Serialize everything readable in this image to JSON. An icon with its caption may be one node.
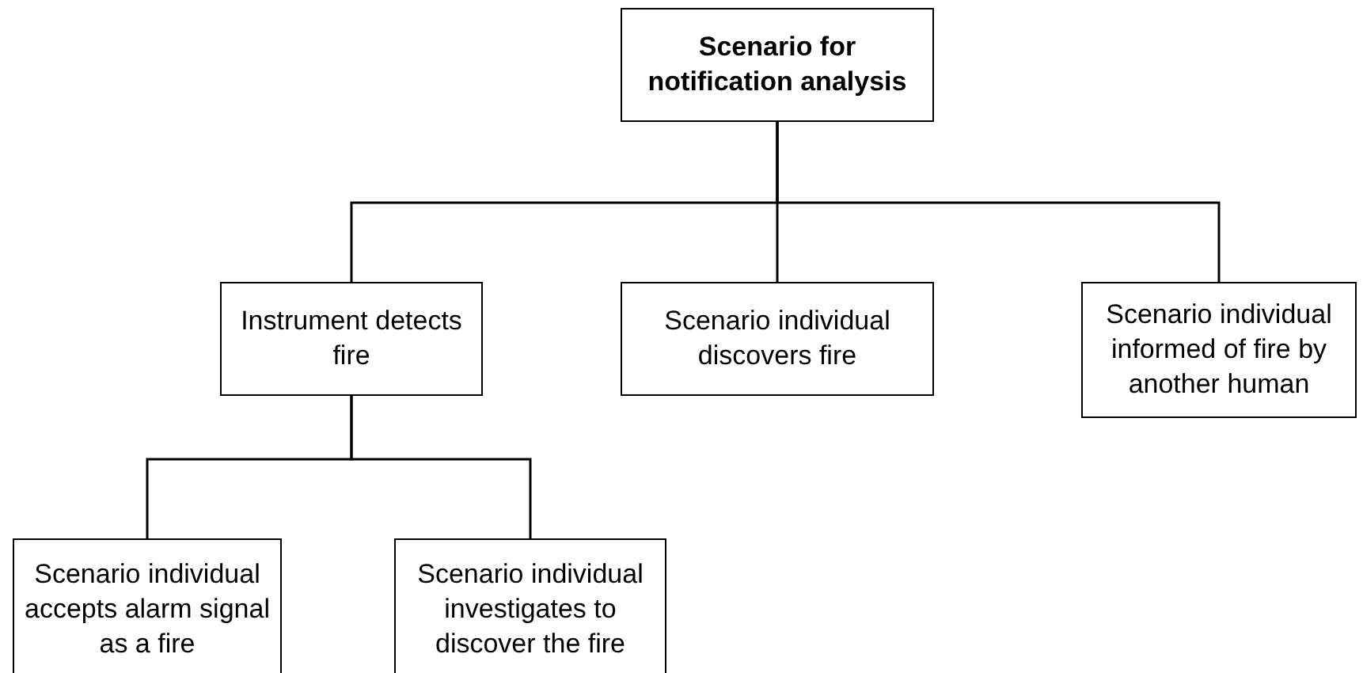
{
  "diagram": {
    "nodes": [
      {
        "text": [
          "Scenario for notification analysis"
        ]
      },
      {
        "text": [
          "Instrument detects fire"
        ]
      },
      {
        "text": [
          "Scenario individual discovers fire"
        ]
      },
      {
        "text": [
          "Scenario individual informed of fire by another human"
        ]
      },
      {
        "text": [
          "Scenario individual accepts alarm signal as a fire"
        ]
      },
      {
        "text": [
          "Scenario individual investigates to discover the fire"
        ]
      }
    ],
    "edges": [
      {
        "from": 0,
        "to": 1,
        "arrow": "none"
      },
      {
        "from": 0,
        "to": 2,
        "arrow": "none"
      },
      {
        "from": 0,
        "to": 3,
        "arrow": "none"
      },
      {
        "from": 1,
        "to": 4,
        "arrow": "none"
      },
      {
        "from": 1,
        "to": 5,
        "arrow": "none"
      }
    ]
  }
}
